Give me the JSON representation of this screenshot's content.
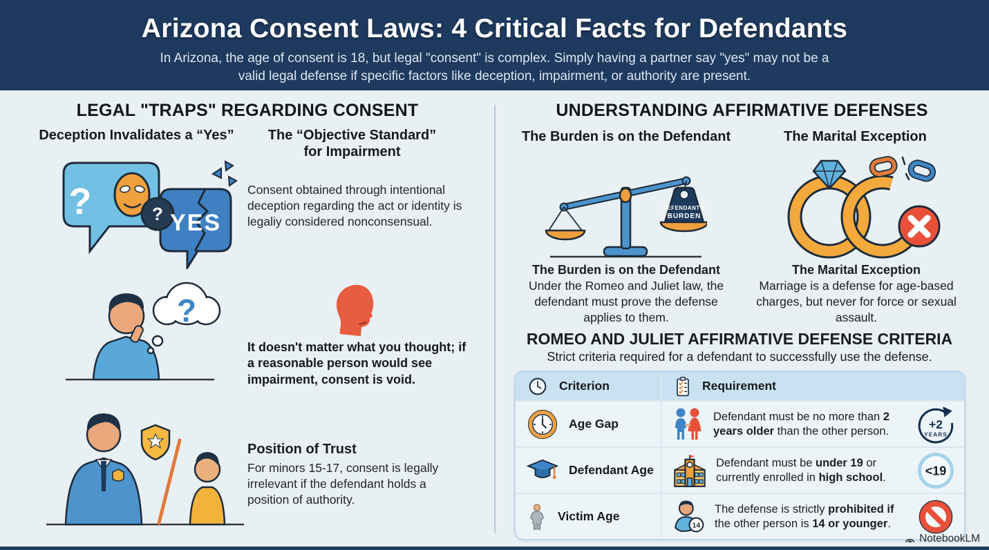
{
  "header": {
    "title": "Arizona Consent Laws: 4 Critical Facts for Defendants",
    "subtitle_line1": "In Arizona, the age of consent is 18, but legal \"consent\" is complex. Simply having a partner say \"yes\" may not be a",
    "subtitle_line2": "valid legal defense if specific factors like deception, impairment, or authority are present."
  },
  "left": {
    "title": "LEGAL \"TRAPS\" REGARDING CONSENT",
    "deception_heading": "Deception Invalidates a “Yes”",
    "impairment_heading_line1": "The “Objective Standard”",
    "impairment_heading_line2": "for Impairment",
    "bubble_q1": "?",
    "bubble_q2": "?",
    "bubble_yes": "YES",
    "thought_q": "?",
    "deception_body": "Consent obtained through intentional deception regarding the act or identity is legaliy considered nonconsensual.",
    "impairment_body": "It doesn't matter what you thought; if a reasonable person would see impairment, consent is void.",
    "trust_heading": "Position of Trust",
    "trust_body": "For minors 15-17, consent is legally irrelevant if the defendant holds a position of authority."
  },
  "right": {
    "title": "UNDERSTANDING AFFIRMATIVE DEFENSES",
    "burden_heading": "The Burden is on the Defendant",
    "marital_heading": "The Marital Exception",
    "weight_line1": "DEFENDANT'S",
    "weight_line2": "BURDEN",
    "burden_caption_title": "The Burden is on the Defendant",
    "burden_caption_body": "Under the Romeo and Juliet law, the defendant must prove the defense applies to them.",
    "marital_caption_title": "The Marital Exception",
    "marital_caption_body": "Marriage is a defense for age-based charges, but never for force or sexual assault.",
    "criteria_title": "ROMEO AND JULIET AFFIRMATIVE DEFENSE CRITERIA",
    "criteria_subtitle": "Strict criteria required for a defendant to successfully use the defense."
  },
  "table": {
    "col1_header": "Criterion",
    "col2_header": "Requirement",
    "rows": [
      {
        "criterion": "Age Gap",
        "req": [
          "Defendant must be no more than ",
          "2 years older",
          " than the other person."
        ],
        "badge_line1": "+2",
        "badge_line2": "YEARS"
      },
      {
        "criterion": "Defendant Age",
        "req": [
          "Defendant must be ",
          "under 19",
          " or currently enrolled in ",
          "high school",
          "."
        ],
        "badge": "<19"
      },
      {
        "criterion": "Victim Age",
        "req": [
          "The defense is strictly ",
          "prohibited if",
          " the other person is ",
          "14 or younger",
          "."
        ],
        "avatar_number": "14"
      }
    ]
  },
  "footer": {
    "brand": "NotebookLM"
  },
  "colors": {
    "navy": "#1e3a5e",
    "content_bg": "#e9f0f4",
    "accent_orange": "#f0a03c",
    "accent_red": "#e8503a",
    "accent_blue": "#3d85c8",
    "table_header_bg": "#c9e2f1"
  }
}
